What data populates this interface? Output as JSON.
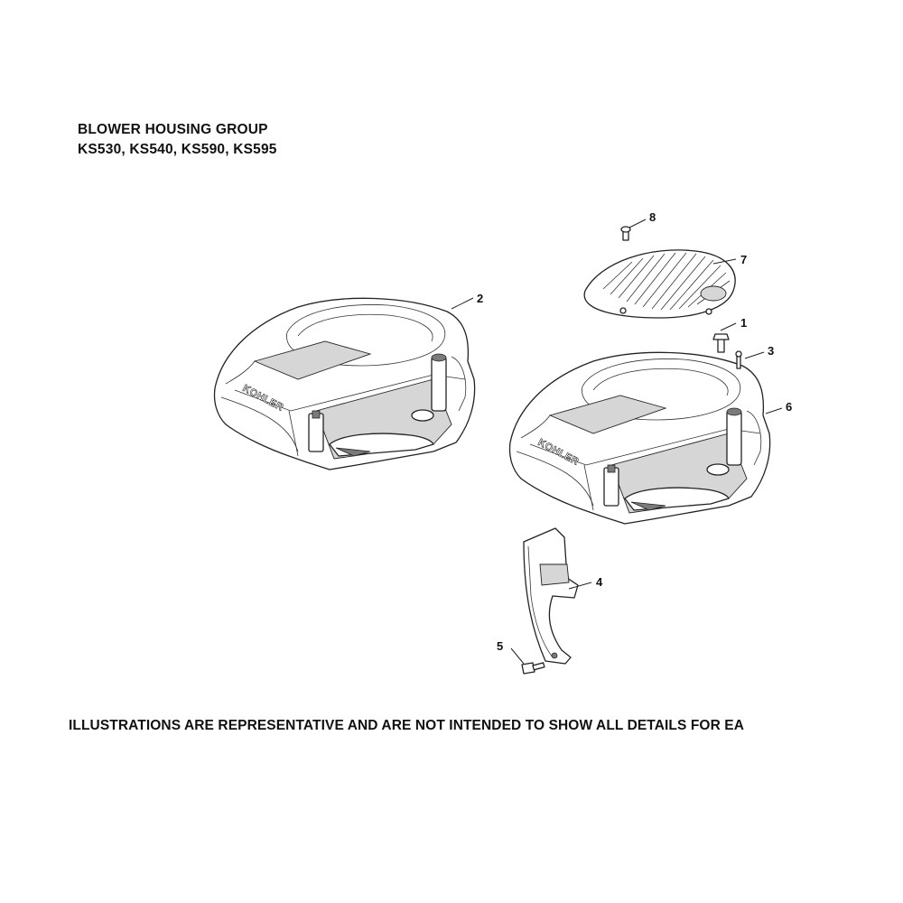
{
  "title": {
    "line1": "BLOWER HOUSING GROUP",
    "line2": "KS530, KS540, KS590, KS595"
  },
  "disclaimer": "ILLUSTRATIONS ARE REPRESENTATIVE AND ARE NOT INTENDED TO SHOW ALL DETAILS FOR EA",
  "brand_mark": "KOHLER",
  "callouts": [
    "1",
    "2",
    "3",
    "4",
    "5",
    "6",
    "7",
    "8"
  ]
}
